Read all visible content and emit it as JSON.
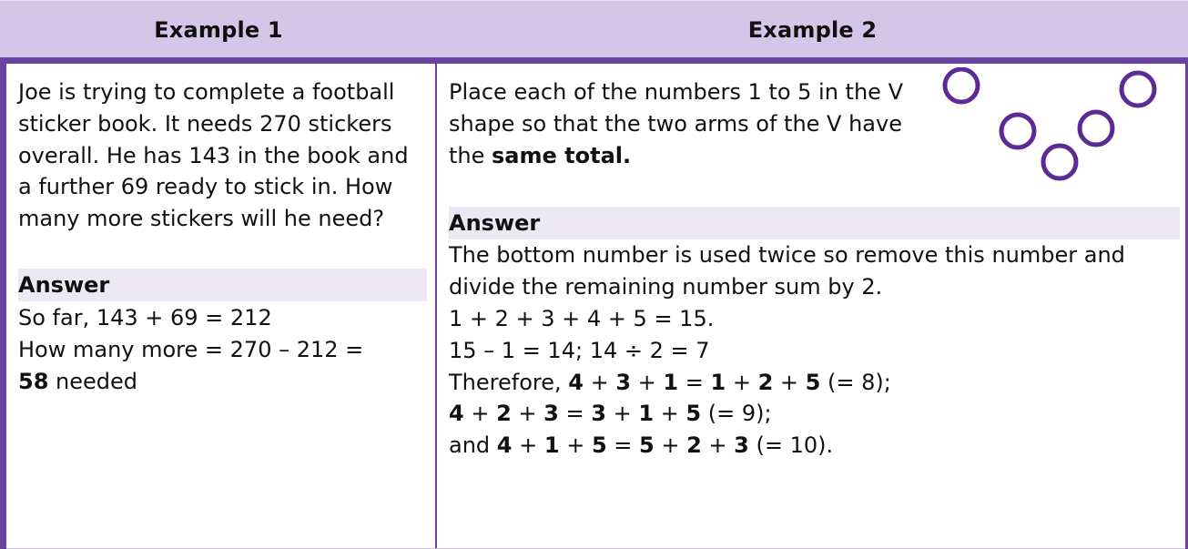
{
  "headers": {
    "example1": "Example 1",
    "example2": "Example 2"
  },
  "example1": {
    "question": "Joe is trying to complete a football sticker book. It needs 270 stickers overall. He has 143 in the book and a further 69 ready to stick in. How many more stickers will he need?",
    "answer_label": "Answer",
    "line1": "So far, 143 + 69 = 212",
    "line2": "How many more = 270 – 212 =",
    "line3_bold": "58",
    "line3_rest": " needed"
  },
  "example2": {
    "question_plain": "Place each of the numbers 1 to 5 in the V shape so that the two arms of the V have the ",
    "question_bold": "same total.",
    "answer_label": "Answer",
    "explanation": "The bottom number is used twice so remove this number and divide the remaining number sum by 2.",
    "sum_line": "1 + 2 + 3 + 4 + 5 = 15.",
    "calc_line": "15 – 1 = 14; 14 ÷ 2 = 7",
    "sol1": {
      "prefix": "Therefore, ",
      "a": "4",
      "b": "3",
      "c": "1",
      "d": "1",
      "e": "2",
      "f": "5",
      "total": " (= 8);"
    },
    "sol2": {
      "prefix": "",
      "a": "4",
      "b": "2",
      "c": "3",
      "d": "3",
      "e": "1",
      "f": "5",
      "total": " (= 9);"
    },
    "sol3": {
      "prefix": "and ",
      "a": "4",
      "b": "1",
      "c": "5",
      "d": "5",
      "e": "2",
      "f": "3",
      "total": " (= 10)."
    },
    "plus": " + ",
    "equals": " = "
  },
  "colors": {
    "header_bg": "#d3c6e9",
    "frame": "#6a43a2",
    "answer_bar": "#ece8f4",
    "circle_stroke": "#5b2a94"
  }
}
